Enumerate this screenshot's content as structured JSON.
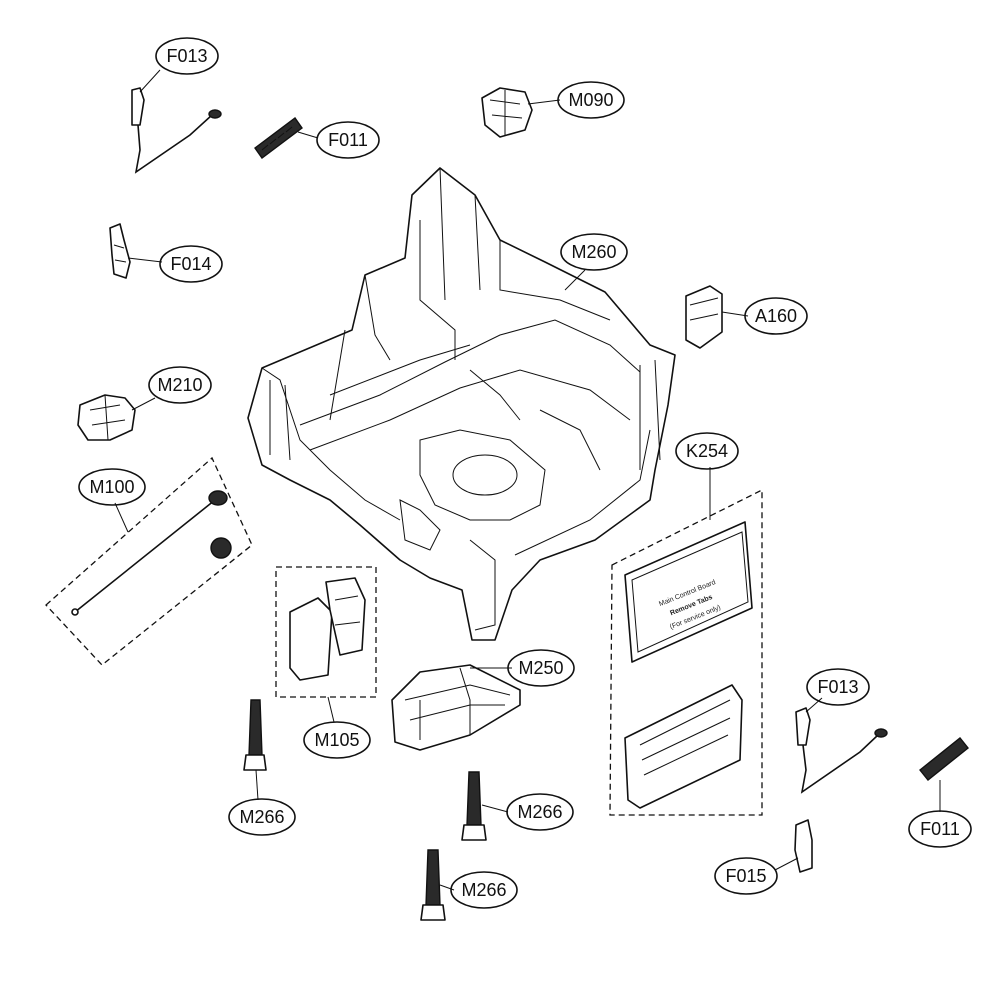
{
  "callouts": {
    "f013_top": "F013",
    "f011_top": "F011",
    "m090": "M090",
    "f014": "F014",
    "m260": "M260",
    "a160": "A160",
    "m210": "M210",
    "k254": "K254",
    "m100": "M100",
    "m250": "M250",
    "m105": "M105",
    "f013_bottom": "F013",
    "m266_left": "M266",
    "m266_mid": "M266",
    "f011_bottom": "F011",
    "f015": "F015",
    "m266_bottom": "M266"
  },
  "board_label": {
    "line1": "Main Control Board",
    "line2": "Remove Tabs",
    "line3": "(For service only)"
  }
}
